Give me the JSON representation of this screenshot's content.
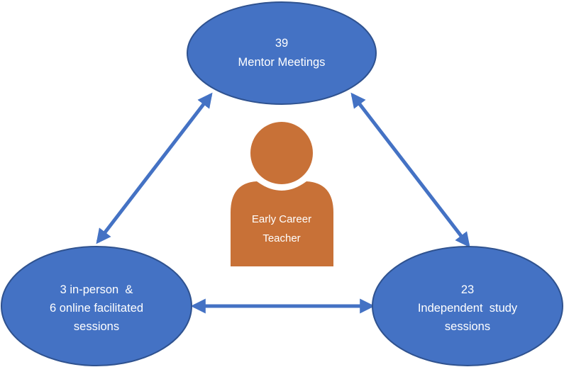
{
  "colors": {
    "node_fill": "#4472C4",
    "node_stroke": "#2F528F",
    "arrow": "#4472C4",
    "person": "#C87137",
    "text": "#FFFFFF"
  },
  "nodes": {
    "top": {
      "lines": [
        "39",
        "Mentor Meetings"
      ]
    },
    "left": {
      "lines": [
        "3 in-person  &",
        "6 online facilitated",
        "sessions"
      ]
    },
    "right": {
      "lines": [
        "23",
        "Independent  study",
        "sessions"
      ]
    }
  },
  "person": {
    "icon": "person-icon",
    "lines": [
      "Early Career",
      "Teacher"
    ]
  },
  "connections": [
    {
      "from": "top",
      "to": "left",
      "type": "double-arrow"
    },
    {
      "from": "top",
      "to": "right",
      "type": "double-arrow"
    },
    {
      "from": "left",
      "to": "right",
      "type": "double-arrow"
    }
  ]
}
